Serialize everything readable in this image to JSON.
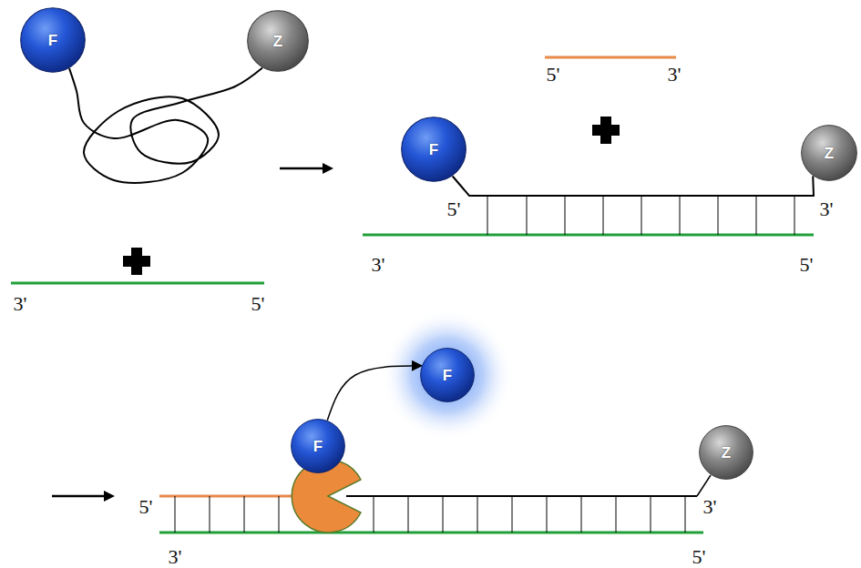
{
  "diagram": {
    "nodes": [
      {
        "text": [
          "F"
        ]
      },
      {
        "text": [
          "Z"
        ]
      },
      {
        "text": [
          "F"
        ]
      },
      {
        "text": [
          "Z"
        ]
      },
      {
        "text": [
          "F"
        ]
      },
      {
        "text": [
          "F"
        ]
      },
      {
        "text": [
          "Z"
        ]
      }
    ],
    "edges": [
      {
        "from": 0,
        "to": 1,
        "arrow": "none"
      },
      {
        "from": 2,
        "to": 3,
        "arrow": "none"
      },
      {
        "from": 4,
        "to": 5,
        "arrow": "to"
      }
    ],
    "labels": [
      "5'",
      "3'",
      "5'",
      "3'",
      "3'",
      "5'",
      "3'",
      "5'",
      "5'",
      "3'",
      "3'",
      "5'"
    ]
  }
}
